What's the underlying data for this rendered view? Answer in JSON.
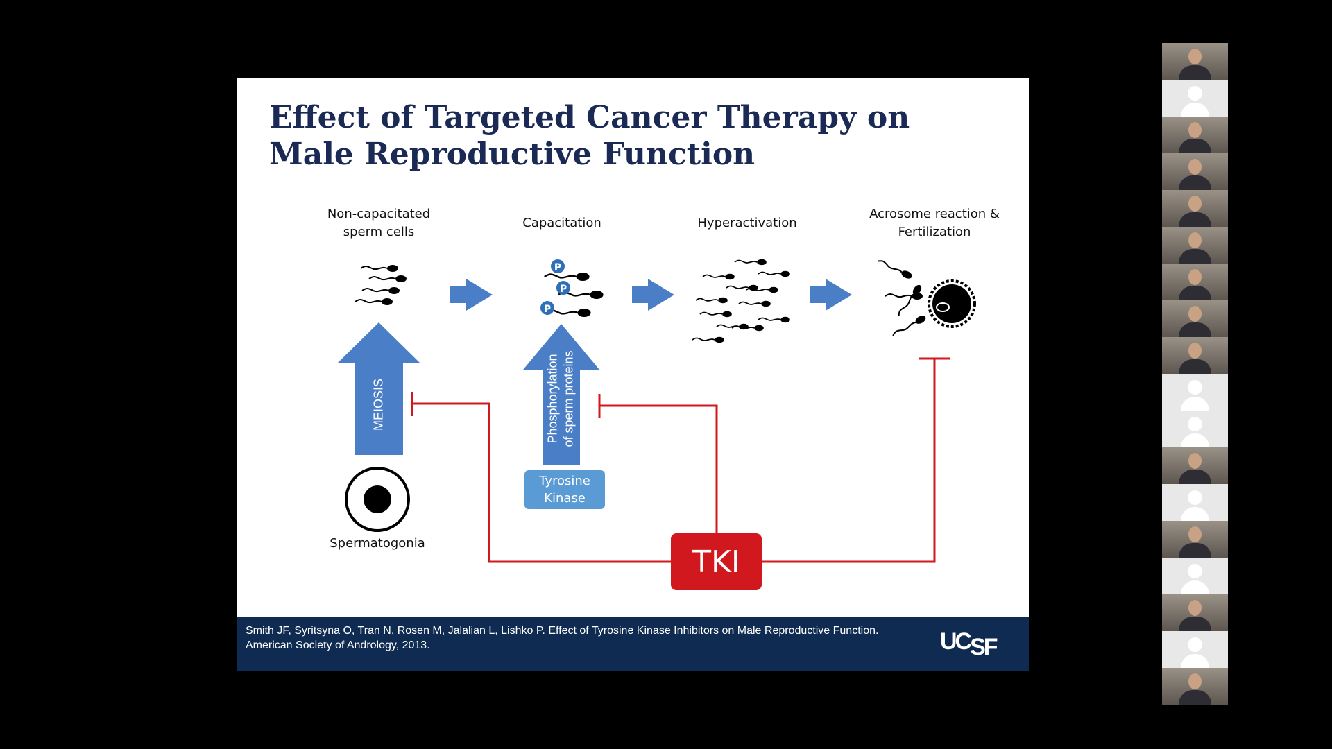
{
  "slide": {
    "title": "Effect of Targeted Cancer Therapy on Male Reproductive Function",
    "stages": {
      "non_capacitated": "Non-capacitated sperm cells",
      "capacitation": "Capacitation",
      "hyperactivation": "Hyperactivation",
      "acrosome": "Acrosome reaction & Fertilization"
    },
    "meiosis_label": "MEIOSIS",
    "phospho_label_line1": "Phosphorylation",
    "phospho_label_line2": "of sperm proteins",
    "phospho_marker": "P",
    "tyrosine_kinase_line1": "Tyrosine",
    "tyrosine_kinase_line2": "Kinase",
    "spermatogonia_label": "Spermatogonia",
    "tki_label": "TKI",
    "citation": "Smith JF, Syritsyna O, Tran N, Rosen M, Jalalian L, Lishko P. Effect of Tyrosine Kinase Inhibitors on Male Reproductive Function. American Society of Andrology, 2013.",
    "logo": "UCSF",
    "colors": {
      "title": "#1b2a55",
      "arrow_blue": "#4a7fc8",
      "inhibitor_red": "#d0181e",
      "footer_navy": "#0f2b52"
    }
  },
  "participants": {
    "tiles": [
      {
        "kind": "video",
        "label": "participant-video"
      },
      {
        "kind": "avatar",
        "label": "participant-no-video"
      },
      {
        "kind": "video",
        "label": "participant-video"
      },
      {
        "kind": "video",
        "label": "participant-video"
      },
      {
        "kind": "video",
        "label": "participant-video"
      },
      {
        "kind": "video",
        "label": "participant-video"
      },
      {
        "kind": "video",
        "label": "participant-video"
      },
      {
        "kind": "video",
        "label": "participant-video"
      },
      {
        "kind": "video",
        "label": "participant-video"
      },
      {
        "kind": "avatar",
        "label": "participant-no-video"
      },
      {
        "kind": "avatar",
        "label": "participant-no-video"
      },
      {
        "kind": "video",
        "label": "participant-video"
      },
      {
        "kind": "avatar",
        "label": "participant-no-video"
      },
      {
        "kind": "video",
        "label": "participant-video"
      },
      {
        "kind": "avatar",
        "label": "participant-no-video"
      },
      {
        "kind": "video",
        "label": "participant-video"
      },
      {
        "kind": "avatar",
        "label": "participant-no-video"
      },
      {
        "kind": "video",
        "label": "participant-video"
      }
    ]
  }
}
